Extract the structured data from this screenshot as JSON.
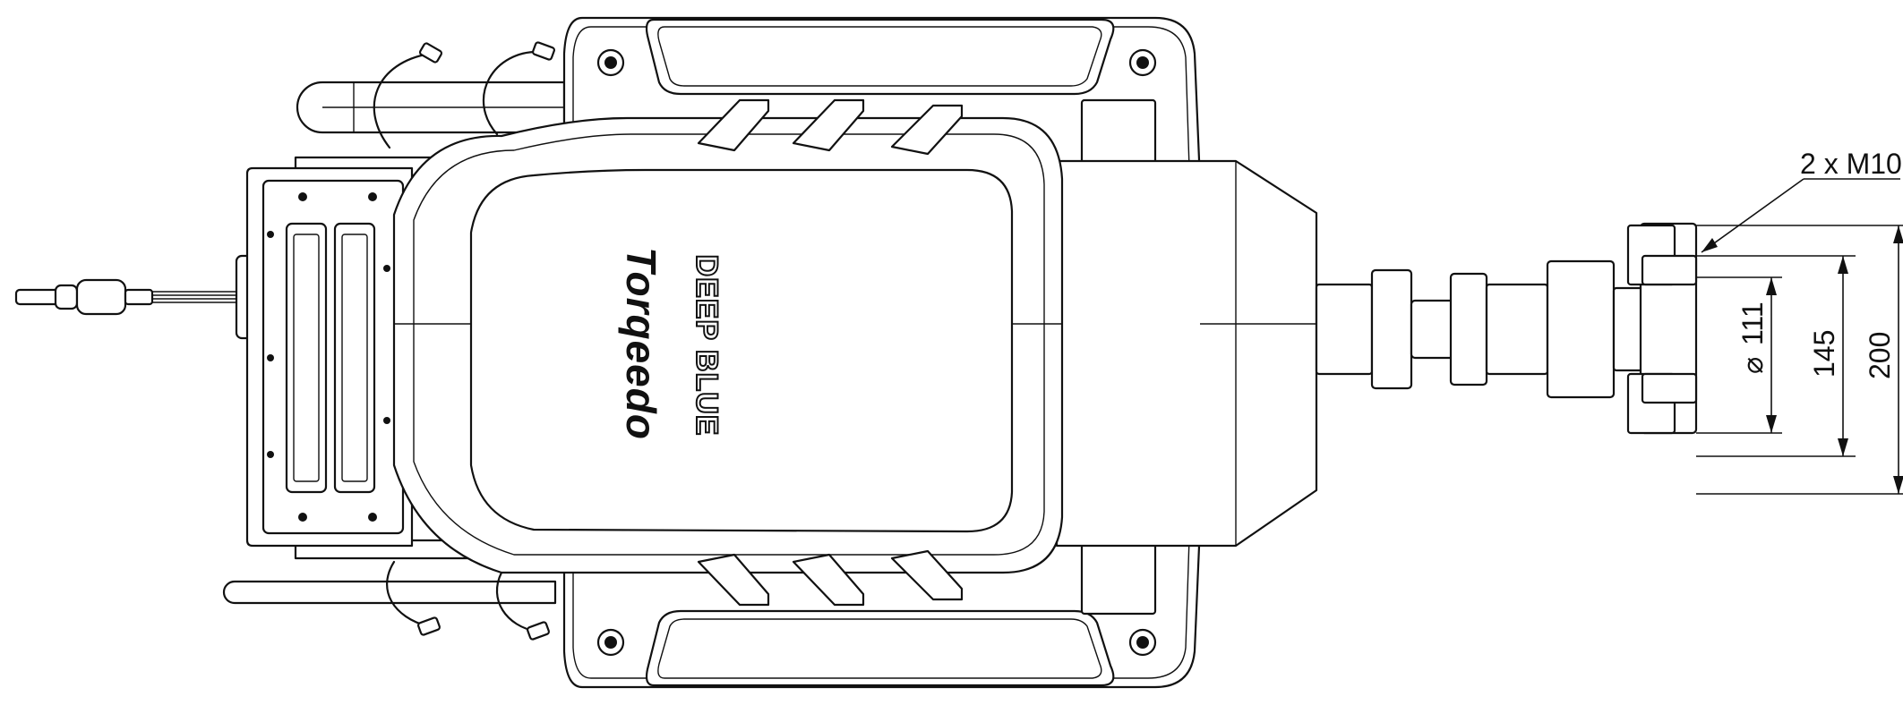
{
  "labels": {
    "brand": "Torqeedo",
    "model": "DEEP BLUE",
    "bolt_callout": "2 x M10",
    "dim_bolt_circle": "111",
    "dim_bolt_circle_symbol": "⌀",
    "dim_inner": "145",
    "dim_outer": "200"
  }
}
